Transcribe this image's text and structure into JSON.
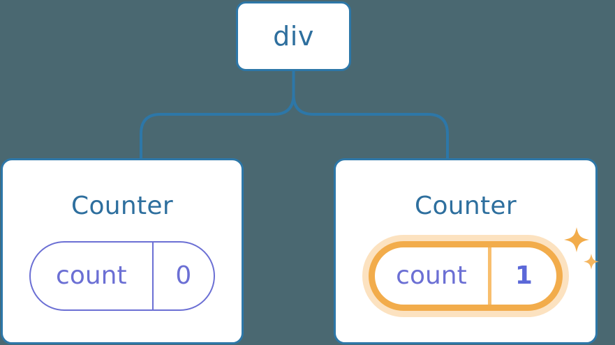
{
  "diagram": {
    "title_semantic": "react-component-tree-state-update",
    "background_color": "#4a6871",
    "node_border_color": "#2d77a8",
    "node_text_color": "#2e6f9e",
    "state_color": "#6b6fd4",
    "highlight_color": "#f2ac4b",
    "highlight_glow_color": "#fbd9a0",
    "value_highlight_color": "#5b68d8"
  },
  "root": {
    "label": "div"
  },
  "children": [
    {
      "label": "Counter",
      "state": {
        "key": "count",
        "value": "0"
      },
      "highlighted": false,
      "sparkle": false
    },
    {
      "label": "Counter",
      "state": {
        "key": "count",
        "value": "1"
      },
      "highlighted": true,
      "sparkle": true,
      "sparkle_icons": [
        "sparkle-large-icon",
        "sparkle-small-icon"
      ]
    }
  ],
  "edges": [
    {
      "from": "div",
      "to": "Counter (left)"
    },
    {
      "from": "div",
      "to": "Counter (right)"
    }
  ]
}
